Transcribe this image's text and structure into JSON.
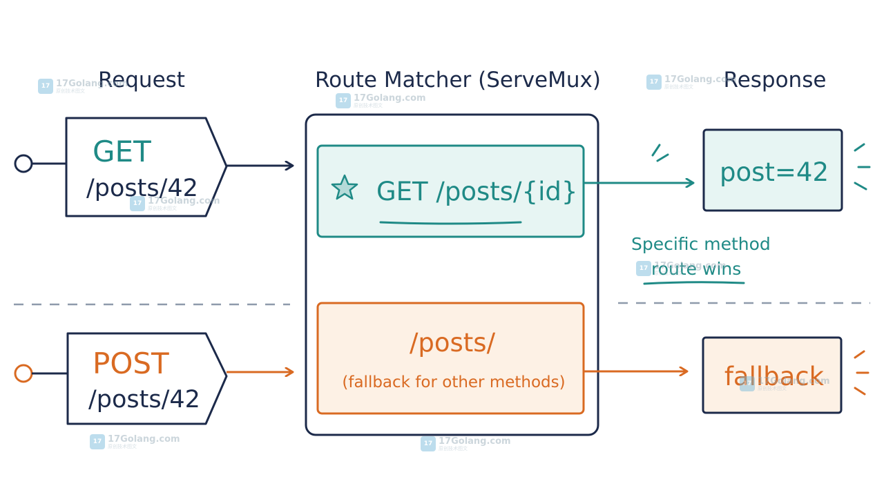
{
  "headers": {
    "request": "Request",
    "matcher": "Route Matcher (ServeMux)",
    "response": "Response"
  },
  "requests": [
    {
      "method": "GET",
      "path": "/posts/42"
    },
    {
      "method": "POST",
      "path": "/posts/42"
    }
  ],
  "routes": {
    "specific": {
      "label": "GET /posts/{id}",
      "icon": "star-icon"
    },
    "fallback": {
      "label": "/posts/",
      "note": "(fallback for other methods)"
    }
  },
  "responses": {
    "specific": "post=42",
    "fallback": "fallback"
  },
  "annotation": {
    "line1": "Specific method",
    "line2": "route wins"
  },
  "watermark": {
    "site": "17Golang.com",
    "sub": "原创技术图文",
    "logo": "17"
  },
  "colors": {
    "navy": "#1c2a4a",
    "teal": "#1f8a86",
    "teal_fill": "#e7f5f3",
    "orange": "#d96a22",
    "orange_fill": "#fdf1e5",
    "divider": "#8e9aab"
  }
}
